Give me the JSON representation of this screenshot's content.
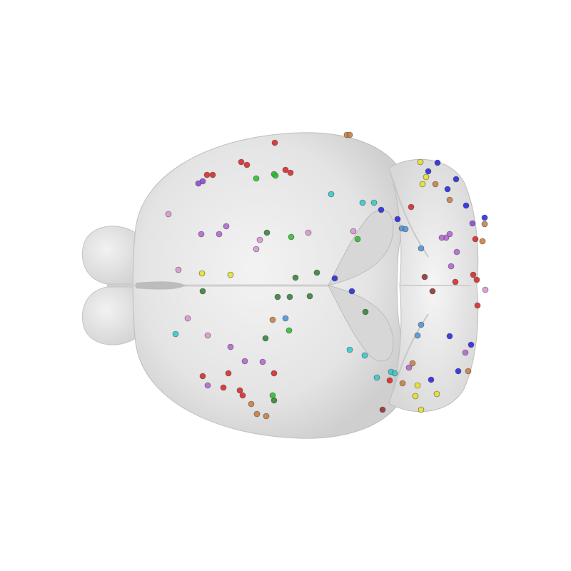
{
  "scene": {
    "background": "#ffffff",
    "brain_fill": "#e6e6e6",
    "brain_highlight": "#f4f4f4",
    "brain_shadow": "#c8c8c8",
    "edge_stroke": "#bdbdbd"
  },
  "palette": {
    "red": "#d92020",
    "green": "#22c022",
    "darkgreen": "#2e7d32",
    "purple": "#8a3fd1",
    "violet": "#b060d0",
    "pink": "#d890d0",
    "cyan": "#30c8c8",
    "blue": "#2020e0",
    "lightblue": "#4a90d9",
    "yellow": "#e6e020",
    "orange": "#c87a3a",
    "brown": "#8b2a2a"
  },
  "cells": [
    {
      "color": "orange"
    },
    {
      "color": "orange"
    },
    {
      "color": "red"
    },
    {
      "color": "red"
    },
    {
      "color": "red"
    },
    {
      "color": "green"
    },
    {
      "color": "green"
    },
    {
      "color": "green"
    },
    {
      "color": "red"
    },
    {
      "color": "red"
    },
    {
      "color": "red"
    },
    {
      "color": "red"
    },
    {
      "color": "purple"
    },
    {
      "color": "purple"
    },
    {
      "color": "cyan"
    },
    {
      "color": "cyan"
    },
    {
      "color": "cyan"
    },
    {
      "color": "pink"
    },
    {
      "color": "violet"
    },
    {
      "color": "violet"
    },
    {
      "color": "violet"
    },
    {
      "color": "darkgreen"
    },
    {
      "color": "green"
    },
    {
      "color": "pink"
    },
    {
      "color": "pink"
    },
    {
      "color": "pink"
    },
    {
      "color": "yellow"
    },
    {
      "color": "yellow"
    },
    {
      "color": "pink"
    },
    {
      "color": "darkgreen"
    },
    {
      "color": "darkgreen"
    },
    {
      "color": "darkgreen"
    },
    {
      "color": "darkgreen"
    },
    {
      "color": "darkgreen"
    },
    {
      "color": "blue"
    },
    {
      "color": "blue"
    },
    {
      "color": "darkgreen"
    },
    {
      "color": "lightblue"
    },
    {
      "color": "green"
    },
    {
      "color": "darkgreen"
    },
    {
      "color": "pink"
    },
    {
      "color": "cyan"
    },
    {
      "color": "pink"
    },
    {
      "color": "violet"
    },
    {
      "color": "violet"
    },
    {
      "color": "violet"
    },
    {
      "color": "red"
    },
    {
      "color": "red"
    },
    {
      "color": "red"
    },
    {
      "color": "red"
    },
    {
      "color": "red"
    },
    {
      "color": "green"
    },
    {
      "color": "orange"
    },
    {
      "color": "orange"
    },
    {
      "color": "orange"
    },
    {
      "color": "violet"
    },
    {
      "color": "red"
    },
    {
      "color": "darkgreen"
    },
    {
      "color": "orange"
    },
    {
      "color": "yellow"
    },
    {
      "color": "blue"
    },
    {
      "color": "blue"
    },
    {
      "color": "yellow"
    },
    {
      "color": "yellow"
    },
    {
      "color": "orange"
    },
    {
      "color": "blue"
    },
    {
      "color": "blue"
    },
    {
      "color": "orange"
    },
    {
      "color": "blue"
    },
    {
      "color": "orange"
    },
    {
      "color": "purple"
    },
    {
      "color": "blue"
    },
    {
      "color": "lightblue"
    },
    {
      "color": "lightblue"
    },
    {
      "color": "violet"
    },
    {
      "color": "violet"
    },
    {
      "color": "violet"
    },
    {
      "color": "red"
    },
    {
      "color": "orange"
    },
    {
      "color": "violet"
    },
    {
      "color": "brown"
    },
    {
      "color": "red"
    },
    {
      "color": "red"
    },
    {
      "color": "pink"
    },
    {
      "color": "brown"
    },
    {
      "color": "red"
    },
    {
      "color": "violet"
    },
    {
      "color": "lightblue"
    },
    {
      "color": "lightblue"
    },
    {
      "color": "blue"
    },
    {
      "color": "blue"
    },
    {
      "color": "violet"
    },
    {
      "color": "blue"
    },
    {
      "color": "orange"
    },
    {
      "color": "cyan"
    },
    {
      "color": "cyan"
    },
    {
      "color": "cyan"
    },
    {
      "color": "red"
    },
    {
      "color": "brown"
    },
    {
      "color": "yellow"
    },
    {
      "color": "yellow"
    },
    {
      "color": "blue"
    },
    {
      "color": "yellow"
    },
    {
      "color": "yellow"
    },
    {
      "color": "orange"
    },
    {
      "color": "violet"
    },
    {
      "color": "orange"
    },
    {
      "color": "blue"
    },
    {
      "color": "red"
    },
    {
      "color": "green"
    },
    {
      "color": "cyan"
    },
    {
      "color": "cyan"
    },
    {
      "color": "darkgreen"
    },
    {
      "color": "lightblue"
    },
    {
      "color": "blue"
    },
    {
      "color": "pink"
    },
    {
      "color": "red"
    }
  ]
}
